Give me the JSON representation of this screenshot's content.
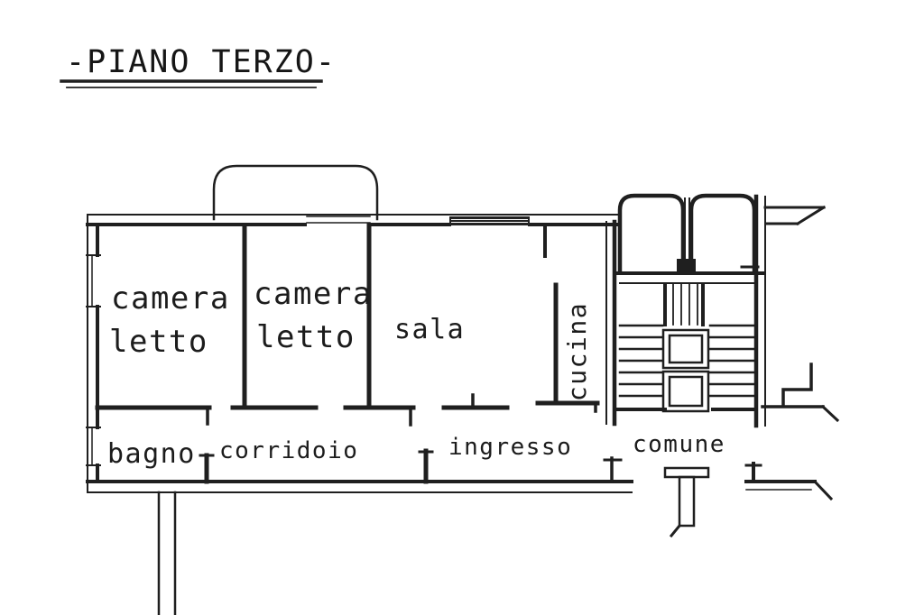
{
  "title": "-PIANO TERZO-",
  "labels": {
    "camera1": {
      "line1": "camera",
      "line2": "letto"
    },
    "camera2": {
      "line1": "camera",
      "line2": "letto"
    },
    "sala": "sala",
    "cucina": "cucina",
    "bagno": "bagno",
    "corridoio": "corridoio",
    "ingresso": "ingresso",
    "comune": "comune"
  },
  "colors": {
    "ink": "#1f1f1f",
    "paper": "#ffffff"
  }
}
